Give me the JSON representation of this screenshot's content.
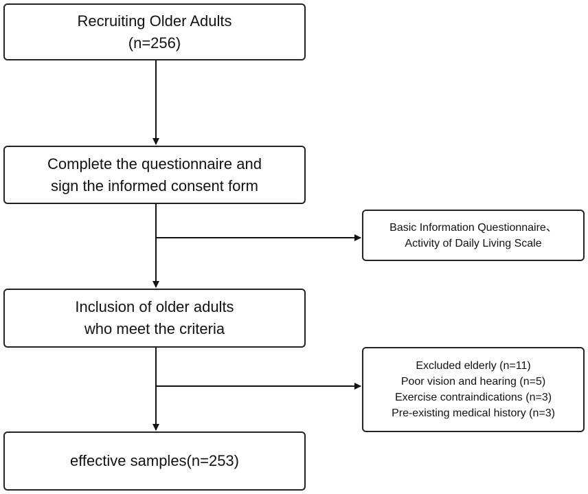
{
  "boxes": {
    "recruit": {
      "lines": [
        "Recruiting Older Adults",
        "(n=256)"
      ]
    },
    "questionnaire": {
      "lines": [
        "Complete the questionnaire and",
        "sign the informed consent form"
      ]
    },
    "instruments": {
      "lines": [
        "Basic Information Questionnaire、",
        "Activity of Daily Living Scale"
      ]
    },
    "inclusion": {
      "lines": [
        "Inclusion of older adults",
        "who meet the criteria"
      ]
    },
    "excluded": {
      "lines": [
        "Excluded elderly (n=11)",
        "Poor vision and hearing (n=5)",
        "Exercise contraindications (n=3)",
        "Pre-existing medical history (n=3)"
      ]
    },
    "effective": {
      "lines": [
        "effective samples(n=253)"
      ]
    }
  }
}
